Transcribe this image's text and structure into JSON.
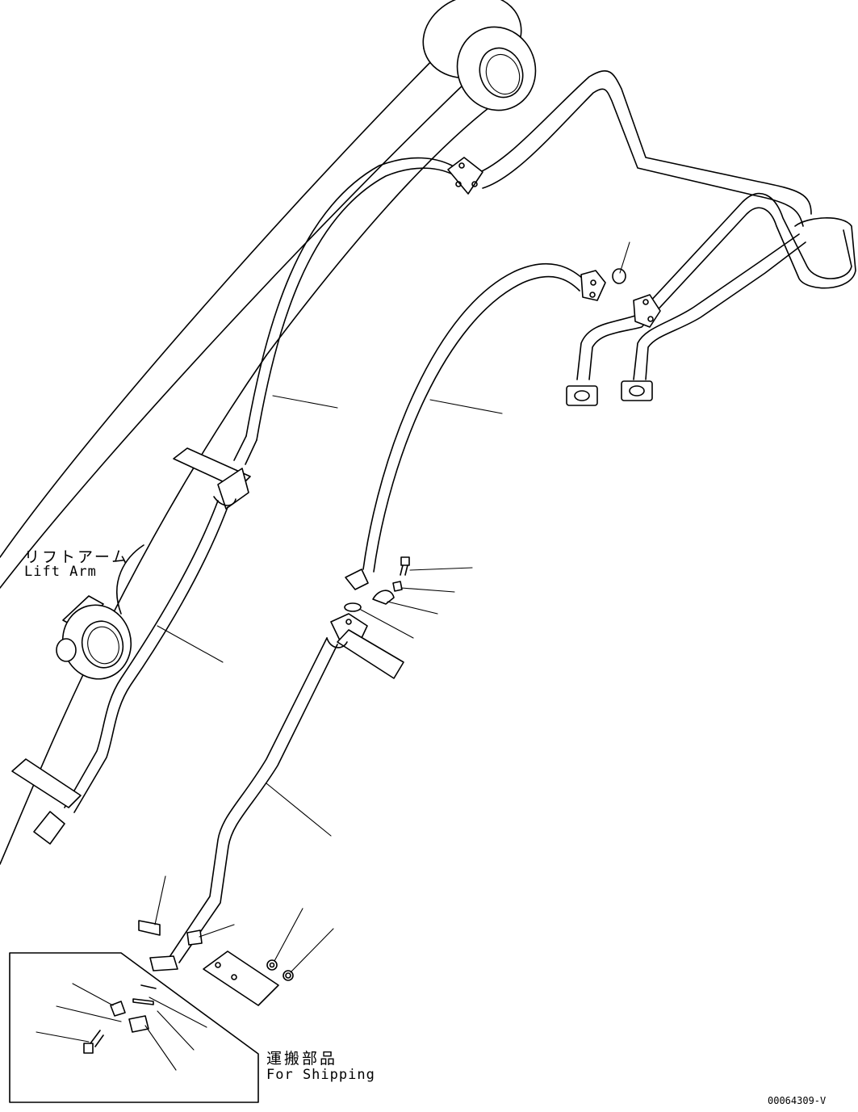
{
  "labels": {
    "lift_arm_ja": "リフトアーム",
    "lift_arm_en": "Lift Arm",
    "shipping_ja": "運搬部品",
    "shipping_en": "For Shipping",
    "drawing_id": "00064309-V"
  }
}
